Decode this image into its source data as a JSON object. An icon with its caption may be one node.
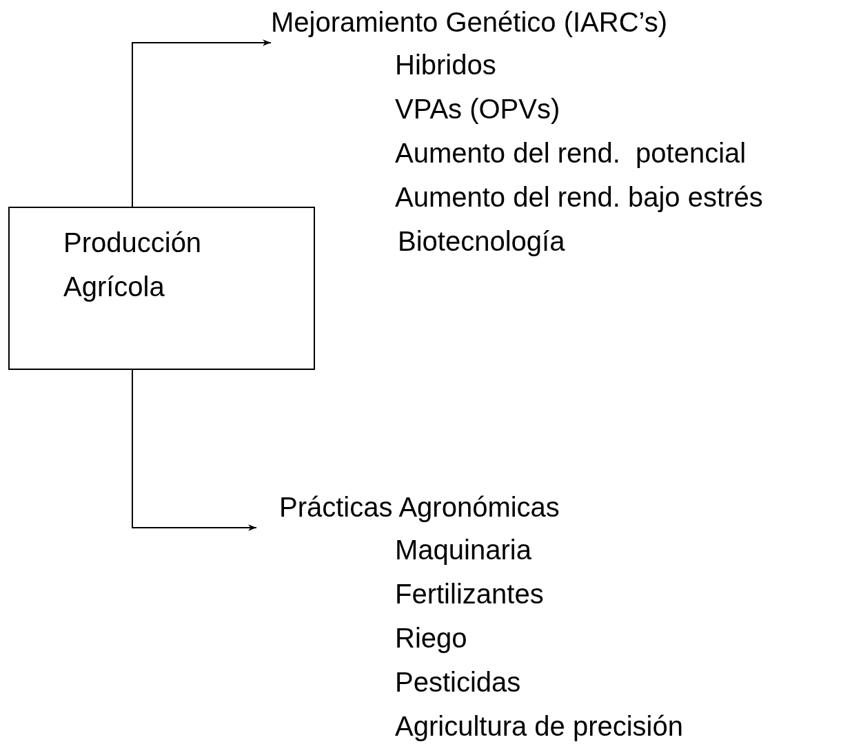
{
  "diagram": {
    "nodes": [
      {
        "text": [
          "Producción Agrícola"
        ]
      },
      {
        "text": [
          "Mejoramiento Genético (IARC’s)"
        ]
      },
      {
        "text": [
          "Prácticas Agronómicas"
        ]
      }
    ],
    "edges": [
      {
        "from": 0,
        "to": 1,
        "arrow": "to"
      },
      {
        "from": 0,
        "to": 2,
        "arrow": "to"
      }
    ],
    "labels": [
      "Hibridos",
      "VPAs (OPVs)",
      "Aumento del rend.  potencial",
      "Aumento del rend. bajo estrés",
      "Biotecnología",
      "Maquinaria",
      "Fertilizantes",
      "Riego",
      "Pesticidas",
      "Agricultura de precisión"
    ]
  }
}
